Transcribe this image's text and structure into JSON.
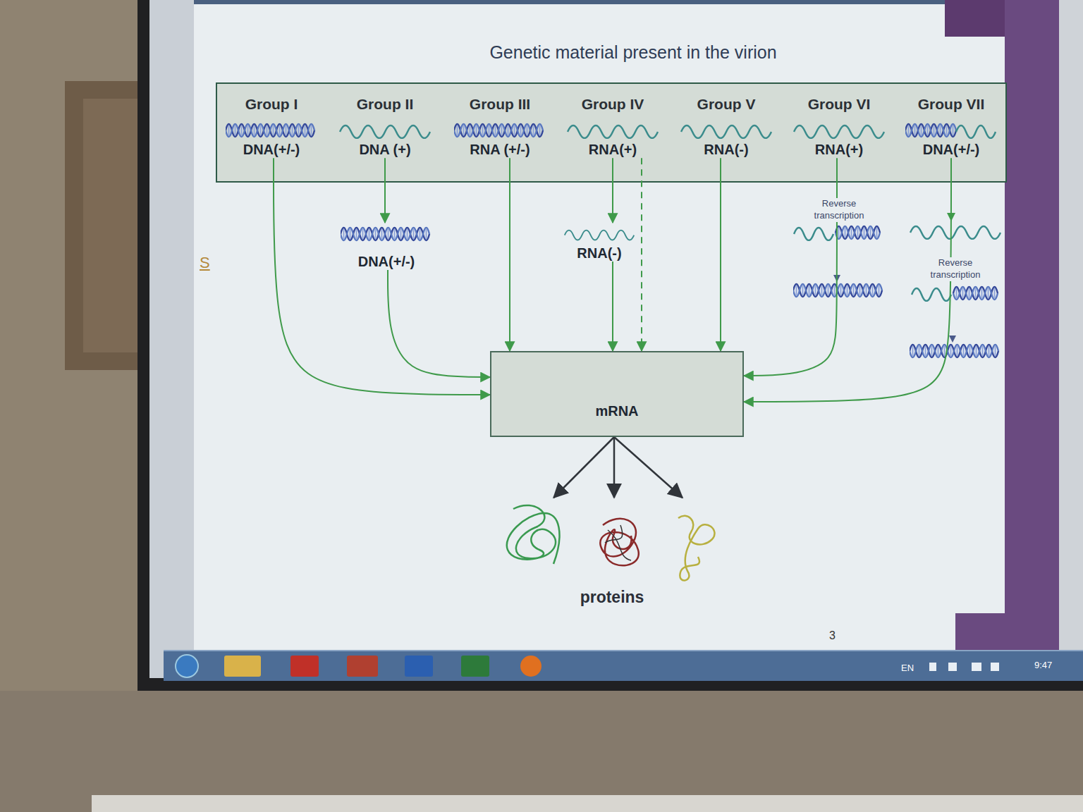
{
  "diagram": {
    "title": "Genetic material present in the virion",
    "nodes": [
      {
        "text": [
          "Group I",
          "DNA(+/-)"
        ]
      },
      {
        "text": [
          "Group II",
          "DNA (+)"
        ]
      },
      {
        "text": [
          "Group III",
          "RNA (+/-)"
        ]
      },
      {
        "text": [
          "Group IV",
          "RNA(+)"
        ]
      },
      {
        "text": [
          "Group V",
          "RNA(-)"
        ]
      },
      {
        "text": [
          "Group VI",
          "RNA(+)"
        ]
      },
      {
        "text": [
          "Group VII",
          "DNA(+/-)"
        ]
      },
      {
        "text": [
          "DNA(+/-)"
        ]
      },
      {
        "text": [
          "RNA(-)"
        ]
      },
      {
        "text": [
          "mRNA"
        ]
      },
      {
        "text": [
          "proteins"
        ]
      }
    ],
    "edges": [
      {
        "from": 0,
        "to": 9,
        "arrow": "to"
      },
      {
        "from": 1,
        "to": 7,
        "arrow": "to"
      },
      {
        "from": 7,
        "to": 9,
        "arrow": "to"
      },
      {
        "from": 2,
        "to": 9,
        "arrow": "to"
      },
      {
        "from": 3,
        "to": 8,
        "arrow": "to"
      },
      {
        "from": 8,
        "to": 9,
        "arrow": "to"
      },
      {
        "from": 3,
        "to": 9,
        "arrow": "to"
      },
      {
        "from": 4,
        "to": 9,
        "arrow": "to"
      },
      {
        "from": 5,
        "to": 9,
        "label": "Reverse transcription",
        "arrow": "to"
      },
      {
        "from": 6,
        "to": 9,
        "label": "Reverse transcription",
        "arrow": "to"
      },
      {
        "from": 9,
        "to": 10,
        "arrow": "to"
      },
      {
        "from": 9,
        "to": 10,
        "arrow": "to"
      },
      {
        "from": 9,
        "to": 10,
        "arrow": "to"
      }
    ],
    "labels": [
      "S",
      "3",
      "EN",
      "9:47"
    ]
  }
}
